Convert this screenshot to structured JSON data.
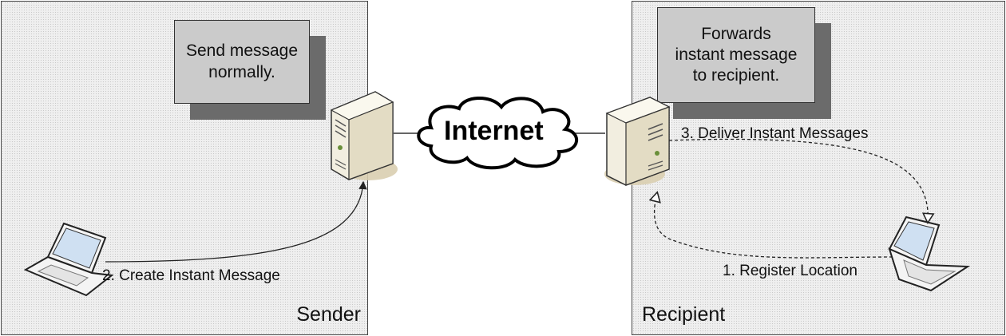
{
  "zones": {
    "sender": "Sender",
    "recipient": "Recipient"
  },
  "notes": {
    "sender_server": "Send message\nnormally.",
    "recipient_server": "Forwards\ninstant message\nto recipient."
  },
  "cloud": {
    "label": "Internet"
  },
  "steps": {
    "register": "1. Register Location",
    "create": "2. Create Instant Message",
    "deliver": "3. Deliver Instant Messages"
  },
  "colors": {
    "zone_fill": "#efefef",
    "note_fill": "#cbcbcb",
    "note_shadow": "#6b6b6b",
    "server_body": "#f2eee0",
    "laptop_screen": "#cfe0f2"
  },
  "icons": {
    "server": "server-icon",
    "laptop": "laptop-icon",
    "cloud": "cloud-icon"
  }
}
